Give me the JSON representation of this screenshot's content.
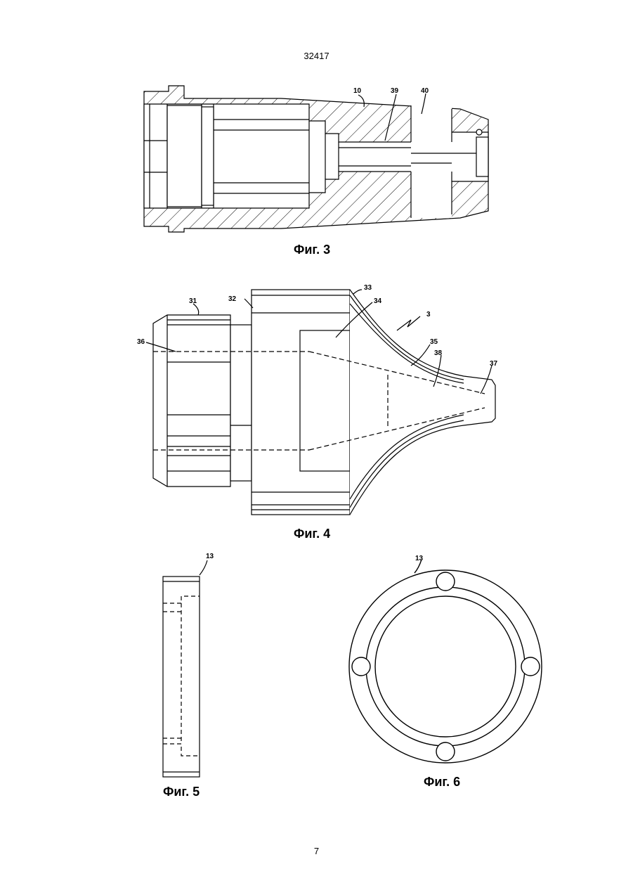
{
  "header": {
    "doc_number": "32417"
  },
  "figures": {
    "fig3": {
      "caption": "Фиг. 3",
      "labels": {
        "l10": "10",
        "l39": "39",
        "l40": "40"
      }
    },
    "fig4": {
      "caption": "Фиг. 4",
      "labels": {
        "l31": "31",
        "l32": "32",
        "l33": "33",
        "l34": "34",
        "l3": "3",
        "l35": "35",
        "l36": "36",
        "l38": "38",
        "l37": "37"
      }
    },
    "fig5": {
      "caption": "Фиг. 5",
      "labels": {
        "l13": "13"
      }
    },
    "fig6": {
      "caption": "Фиг. 6",
      "labels": {
        "l13": "13"
      }
    }
  },
  "footer": {
    "page_number": "7"
  }
}
